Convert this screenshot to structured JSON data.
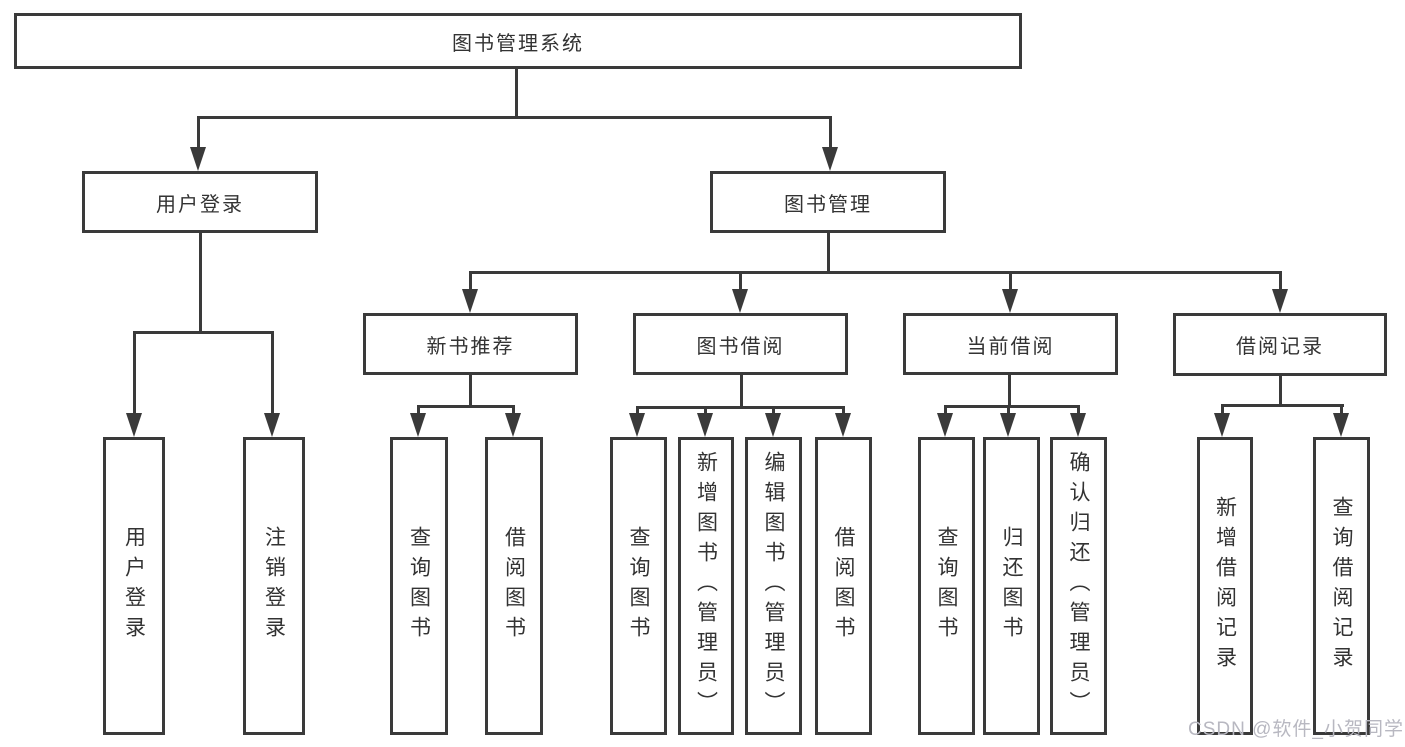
{
  "tree": {
    "label": "图书管理系统",
    "children": [
      {
        "label": "用户登录",
        "children": [
          {
            "label": "用户登录"
          },
          {
            "label": "注销登录"
          }
        ]
      },
      {
        "label": "图书管理",
        "children": [
          {
            "label": "新书推荐",
            "children": [
              {
                "label": "查询图书"
              },
              {
                "label": "借阅图书"
              }
            ]
          },
          {
            "label": "图书借阅",
            "children": [
              {
                "label": "查询图书"
              },
              {
                "label": "新增图书（管理员）"
              },
              {
                "label": "编辑图书（管理员）"
              },
              {
                "label": "借阅图书"
              }
            ]
          },
          {
            "label": "当前借阅",
            "children": [
              {
                "label": "查询图书"
              },
              {
                "label": "归还图书"
              },
              {
                "label": "确认归还（管理员）"
              }
            ]
          },
          {
            "label": "借阅记录",
            "children": [
              {
                "label": "新增借阅记录"
              },
              {
                "label": "查询借阅记录"
              }
            ]
          }
        ]
      }
    ]
  },
  "watermark": "CSDN @软件_小贺同学",
  "colors": {
    "line": "#3a3a3a",
    "text": "#333333",
    "background": "#ffffff",
    "watermark": "#b8b8c1"
  }
}
